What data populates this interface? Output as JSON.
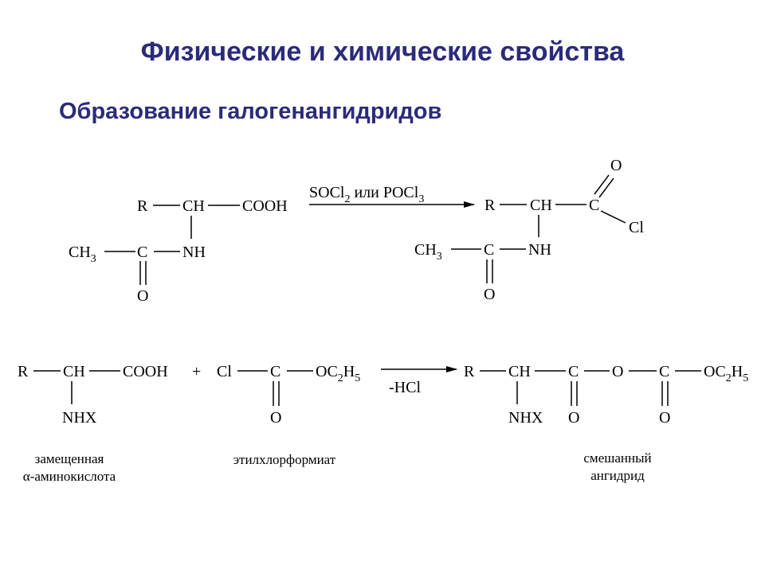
{
  "title": "Физические и химические свойства",
  "subtitle": "Образование галогенангидридов",
  "reaction1": {
    "reactant": {
      "r": "R",
      "ch": "CH",
      "cooh": "COOH",
      "ch3": "CH",
      "ch3_sub": "3",
      "c": "C",
      "nh": "NH",
      "o": "O"
    },
    "reagent": {
      "socl": "SOCl",
      "socl_sub": "2",
      "or": " или POCl",
      "pocl_sub": "3"
    },
    "product": {
      "r": "R",
      "ch": "CH",
      "c": "C",
      "o_top": "O",
      "cl": "Cl",
      "ch3": "CH",
      "ch3_sub": "3",
      "c2": "C",
      "nh": "NH",
      "o": "O"
    }
  },
  "reaction2": {
    "reactant": {
      "r": "R",
      "ch": "CH",
      "cooh": "COOH",
      "nhx": "NHX"
    },
    "plus": "+",
    "reagent2": {
      "cl": "Cl",
      "c": "C",
      "oc": "OC",
      "sub2": "2",
      "h": "H",
      "sub5": "5",
      "o": "O"
    },
    "condition": "-HCl",
    "product": {
      "r": "R",
      "ch": "CH",
      "c1": "C",
      "o_bridge": "O",
      "c2": "C",
      "oc": "OC",
      "sub2": "2",
      "h": "H",
      "sub5": "5",
      "nhx": "NHX",
      "o1": "O",
      "o2": "O"
    }
  },
  "captions": {
    "amino_line1": "замещенная",
    "amino_line2": "α-аминокислота",
    "ethyl": "этилхлорформиат",
    "mixed_line1": "смешанный",
    "mixed_line2": "ангидрид"
  }
}
